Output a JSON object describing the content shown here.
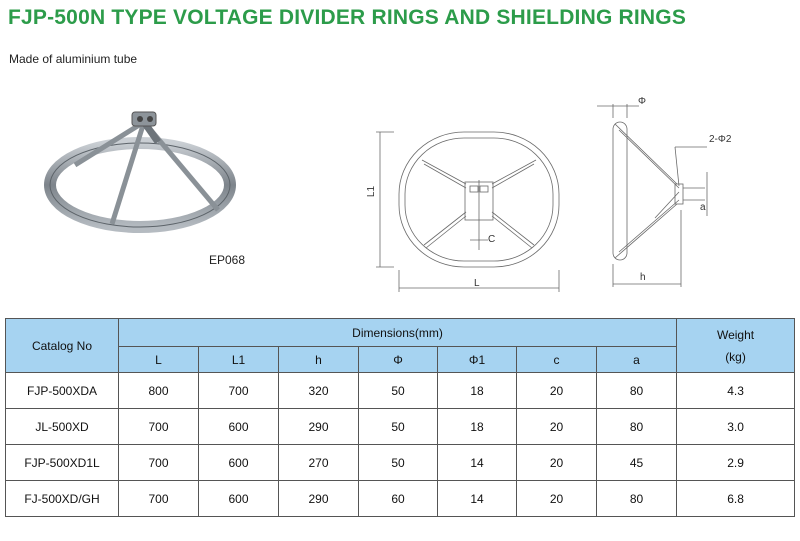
{
  "title": "FJP-500N TYPE VOLTAGE DIVIDER RINGS AND SHIELDING RINGS",
  "subtitle": "Made of aluminium tube",
  "photo_caption": "EP068",
  "drawing_labels": {
    "L1": "L1",
    "L": "L",
    "C": "C",
    "phi": "Φ",
    "two_phi2": "2-Φ2",
    "a": "a",
    "h": "h"
  },
  "table": {
    "header": {
      "catalog": "Catalog No",
      "dimensions": "Dimensions(mm)",
      "weight_line1": "Weight",
      "weight_line2": "(kg)",
      "columns": [
        "L",
        "L1",
        "h",
        "Φ",
        "Φ1",
        "c",
        "a"
      ]
    },
    "rows": [
      {
        "catalog": "FJP-500XDA",
        "L": "800",
        "L1": "700",
        "h": "320",
        "phi": "50",
        "phi1": "18",
        "c": "20",
        "a": "80",
        "weight": "4.3"
      },
      {
        "catalog": "JL-500XD",
        "L": "700",
        "L1": "600",
        "h": "290",
        "phi": "50",
        "phi1": "18",
        "c": "20",
        "a": "80",
        "weight": "3.0"
      },
      {
        "catalog": "FJP-500XD1L",
        "L": "700",
        "L1": "600",
        "h": "270",
        "phi": "50",
        "phi1": "14",
        "c": "20",
        "a": "45",
        "weight": "2.9"
      },
      {
        "catalog": "FJ-500XD/GH",
        "L": "700",
        "L1": "600",
        "h": "290",
        "phi": "60",
        "phi1": "14",
        "c": "20",
        "a": "80",
        "weight": "6.8"
      }
    ]
  },
  "colors": {
    "title": "#2c9c4a",
    "table_header": "#a6d3f1"
  }
}
